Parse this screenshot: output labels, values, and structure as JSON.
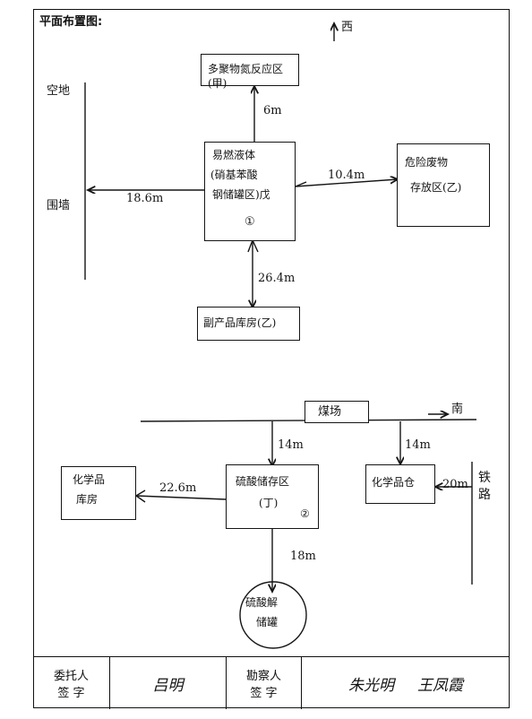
{
  "title": "平面布置图:",
  "north_mark": "西",
  "south_mark": "南",
  "upper": {
    "top_box": "多聚物氮反应区(甲)",
    "center_box_lines": [
      "易燃液体",
      "(硝基苯酸",
      "钢储罐区)戊"
    ],
    "center_no": "①",
    "right_box_lines": [
      "危险废物",
      "存放区(乙)"
    ],
    "bottom_box": "副产品库房(乙)",
    "left_labels": [
      "空地",
      "围墙"
    ],
    "dist_top": "6m",
    "dist_left": "18.6m",
    "dist_right": "10.4m",
    "dist_bottom": "26.4m"
  },
  "lower": {
    "top_box": "煤场",
    "left_box_lines": [
      "化学品",
      "库房"
    ],
    "center_box_lines": [
      "硫酸储存区",
      "(丁)"
    ],
    "center_no": "②",
    "right_box": "化学品仓",
    "bottom_box_lines": [
      "硫酸解",
      "储罐"
    ],
    "road_label": "铁路",
    "dist_center_top": "14m",
    "dist_right_top": "14m",
    "dist_left": "22.6m",
    "dist_right": "20m",
    "dist_bottom": "18m"
  },
  "footer": {
    "client_label_1": "委托人",
    "client_label_2": "签 字",
    "client_signature": "吕明",
    "surveyor_label_1": "勘察人",
    "surveyor_label_2": "签 字",
    "surveyor_signatures": [
      "朱光明",
      "王凤霞"
    ]
  }
}
